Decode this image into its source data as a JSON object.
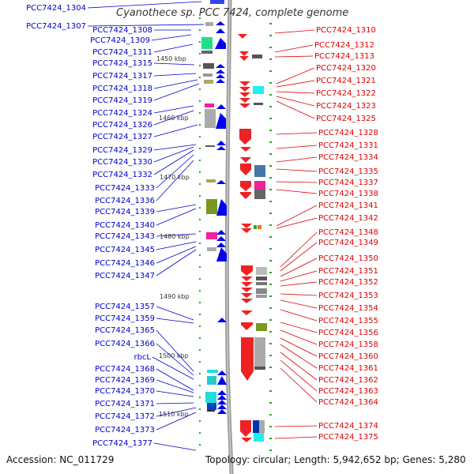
{
  "title": "Cyanothece sp. PCC 7424, complete genome",
  "footer": {
    "accession": "Accession: NC_011729",
    "info": "Topology: circular; Length: 5,942,652 bp; Genes: 5,280"
  },
  "colors": {
    "left_labels": "#0000cc",
    "right_labels": "#dd0000",
    "backbone": "#999999",
    "tick": "#22aa22"
  },
  "scale_labels": [
    "1450 kbp",
    "1460 kbp",
    "1470 kbp",
    "1480 kbp",
    "1490 kbp",
    "1500 kbp",
    "1510 kbp"
  ],
  "left_genes": [
    "PCC7424_1304",
    "PCC7424_1307",
    "PCC7424_1308",
    "PCC7424_1309",
    "PCC7424_1311",
    "PCC7424_1315",
    "PCC7424_1317",
    "PCC7424_1318",
    "PCC7424_1319",
    "PCC7424_1324",
    "PCC7424_1326",
    "PCC7424_1327",
    "PCC7424_1329",
    "PCC7424_1330",
    "PCC7424_1332",
    "PCC7424_1333",
    "PCC7424_1336",
    "PCC7424_1339",
    "PCC7424_1340",
    "PCC7424_1343",
    "PCC7424_1345",
    "PCC7424_1346",
    "PCC7424_1347",
    "PCC7424_1357",
    "PCC7424_1359",
    "PCC7424_1365",
    "PCC7424_1366",
    "rbcL",
    "PCC7424_1368",
    "PCC7424_1369",
    "PCC7424_1370",
    "PCC7424_1371",
    "PCC7424_1372",
    "PCC7424_1373",
    "PCC7424_1377"
  ],
  "right_genes": [
    "PCC7424_1310",
    "PCC7424_1312",
    "PCC7424_1313",
    "PCC7424_1320",
    "PCC7424_1321",
    "PCC7424_1322",
    "PCC7424_1323",
    "PCC7424_1325",
    "PCC7424_1328",
    "PCC7424_1331",
    "PCC7424_1334",
    "PCC7424_1335",
    "PCC7424_1337",
    "PCC7424_1338",
    "PCC7424_1341",
    "PCC7424_1342",
    "PCC7424_1348",
    "PCC7424_1349",
    "PCC7424_1350",
    "PCC7424_1351",
    "PCC7424_1352",
    "PCC7424_1353",
    "PCC7424_1354",
    "PCC7424_1355",
    "PCC7424_1356",
    "PCC7424_1358",
    "PCC7424_1360",
    "PCC7424_1361",
    "PCC7424_1362",
    "PCC7424_1363",
    "PCC7424_1364",
    "PCC7424_1374",
    "PCC7424_1375"
  ]
}
